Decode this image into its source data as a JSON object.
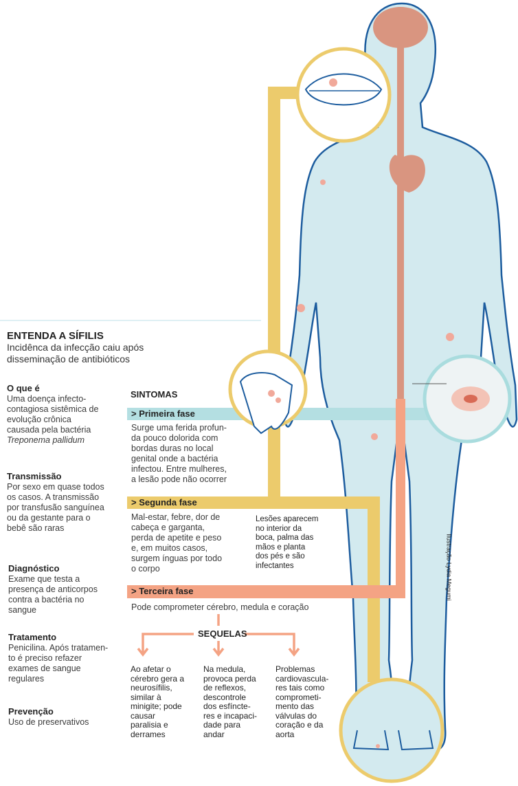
{
  "header": {
    "title": "ENTENDA A SÍFILIS",
    "subtitle_line1": "Incidênca da infecção caiu após",
    "subtitle_line2": "disseminação de antibióticos"
  },
  "info": [
    {
      "heading": "O que é",
      "lines": [
        "Uma doença infecto-",
        "contagiosa sistêmica de",
        "evolução crônica",
        "causada pela bactéria",
        "Treponema pallidum"
      ]
    },
    {
      "heading": "Transmissão",
      "lines": [
        "Por sexo em quase todos",
        "os casos. A transmissão",
        "por transfusão sanguínea",
        "ou da gestante para o",
        "bebê são raras"
      ]
    },
    {
      "heading": "Diagnóstico",
      "lines": [
        "Exame que testa a",
        "presença de anticorpos",
        "contra a bactéria no",
        "sangue"
      ]
    },
    {
      "heading": "Tratamento",
      "lines": [
        "Penicilina. Após tratamen-",
        "to é preciso refazer",
        "exames de sangue",
        "regulares"
      ]
    },
    {
      "heading": "Prevenção",
      "lines": [
        "Uso de preservativos"
      ]
    }
  ],
  "symptoms": {
    "title": "SINTOMAS",
    "phase1": {
      "label": "> Primeira fase",
      "lines": [
        "Surge uma ferida profun-",
        "da pouco dolorida com",
        "bordas duras no local",
        "genital onde a bactéria",
        "infectou. Entre mulheres,",
        "a lesão pode não ocorrer"
      ]
    },
    "phase2": {
      "label": "> Segunda fase",
      "lines": [
        "Mal-estar, febre, dor de",
        "cabeça e garganta,",
        "perda de apetite e peso",
        "e, em muitos casos,",
        "surgem ínguas por todo",
        "o corpo"
      ],
      "note": [
        "Lesões aparecem",
        "no interior da",
        "boca, palma das",
        "mãos e planta",
        "dos pés e são",
        "infectantes"
      ]
    },
    "phase3": {
      "label": "> Terceira fase",
      "text": "Pode comprometer cérebro, medula e coração"
    }
  },
  "sequelae": {
    "title": "SEQUELAS",
    "items": [
      [
        "Ao afetar o",
        "cérebro gera a",
        "neurosífilis,",
        "similar à",
        "minigite; pode",
        "causar",
        "paralisia e",
        "derrames"
      ],
      [
        "Na medula,",
        "provoca perda",
        "de reflexos,",
        "descontrole",
        "dos esfíncte-",
        "res e incapaci-",
        "dade para",
        "andar"
      ],
      [
        "Problemas",
        "cardiovascula-",
        "res tais como",
        "comprometi-",
        "mento das",
        "válvulas do",
        "coração e da",
        "aorta"
      ]
    ]
  },
  "credit": "Ilustração Lydia Megumi",
  "colors": {
    "yellow": "#eccb6c",
    "teal": "#b4dfe2",
    "salmon": "#f4a384",
    "body": "#d3eaef",
    "outline": "#1c5c9e",
    "organ": "#d99580"
  }
}
